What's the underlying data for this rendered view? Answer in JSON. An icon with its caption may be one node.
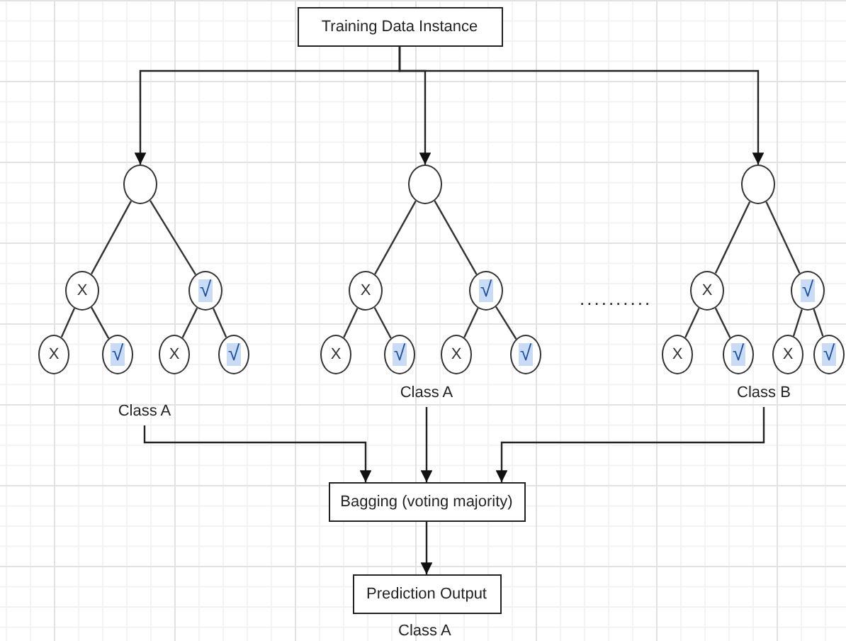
{
  "diagram": {
    "nodes": [
      {
        "text": [
          "Training Data Instance"
        ]
      },
      {
        "text": [],
        "shape": "circle"
      },
      {
        "text": [
          "X"
        ]
      },
      {
        "text": [
          "√"
        ]
      },
      {
        "text": [
          "X"
        ]
      },
      {
        "text": [
          "√"
        ]
      },
      {
        "text": [
          "X"
        ]
      },
      {
        "text": [
          "√"
        ]
      },
      {
        "text": [],
        "shape": "circle"
      },
      {
        "text": [
          "X"
        ]
      },
      {
        "text": [
          "√"
        ]
      },
      {
        "text": [
          "X"
        ]
      },
      {
        "text": [
          "√"
        ]
      },
      {
        "text": [
          "X"
        ]
      },
      {
        "text": [
          "√"
        ]
      },
      {
        "text": [],
        "shape": "circle"
      },
      {
        "text": [
          "X"
        ]
      },
      {
        "text": [
          "√"
        ]
      },
      {
        "text": [
          "X"
        ]
      },
      {
        "text": [
          "√"
        ]
      },
      {
        "text": [
          "X"
        ]
      },
      {
        "text": [
          "√"
        ]
      },
      {
        "text": [
          "Class A"
        ]
      },
      {
        "text": [
          "Class A"
        ]
      },
      {
        "text": [
          "Class B"
        ]
      },
      {
        "text": [
          "Bagging (voting majority)"
        ]
      },
      {
        "text": [
          "Prediction Output"
        ],
        "beside": [
          "Class A"
        ]
      }
    ],
    "edges": [
      {
        "from": 0,
        "to": 1,
        "arrow": "to"
      },
      {
        "from": 0,
        "to": 8,
        "arrow": "to"
      },
      {
        "from": 0,
        "to": 15,
        "arrow": "to"
      },
      {
        "from": 1,
        "to": 2,
        "arrow": "none"
      },
      {
        "from": 1,
        "to": 3,
        "arrow": "none"
      },
      {
        "from": 2,
        "to": 4,
        "arrow": "none"
      },
      {
        "from": 2,
        "to": 5,
        "arrow": "none"
      },
      {
        "from": 3,
        "to": 6,
        "arrow": "none"
      },
      {
        "from": 3,
        "to": 7,
        "arrow": "none"
      },
      {
        "from": 8,
        "to": 9,
        "arrow": "none"
      },
      {
        "from": 8,
        "to": 10,
        "arrow": "none"
      },
      {
        "from": 9,
        "to": 11,
        "arrow": "none"
      },
      {
        "from": 9,
        "to": 12,
        "arrow": "none"
      },
      {
        "from": 10,
        "to": 13,
        "arrow": "none"
      },
      {
        "from": 10,
        "to": 14,
        "arrow": "none"
      },
      {
        "from": 15,
        "to": 16,
        "arrow": "none"
      },
      {
        "from": 15,
        "to": 17,
        "arrow": "none"
      },
      {
        "from": 16,
        "to": 18,
        "arrow": "none"
      },
      {
        "from": 16,
        "to": 19,
        "arrow": "none"
      },
      {
        "from": 17,
        "to": 20,
        "arrow": "none"
      },
      {
        "from": 17,
        "to": 21,
        "arrow": "none"
      },
      {
        "from": 22,
        "to": 25,
        "arrow": "to"
      },
      {
        "from": 23,
        "to": 25,
        "arrow": "to"
      },
      {
        "from": 24,
        "to": 25,
        "arrow": "to"
      },
      {
        "from": 25,
        "to": 26,
        "arrow": "to"
      }
    ],
    "labels": [
      ".........."
    ]
  }
}
